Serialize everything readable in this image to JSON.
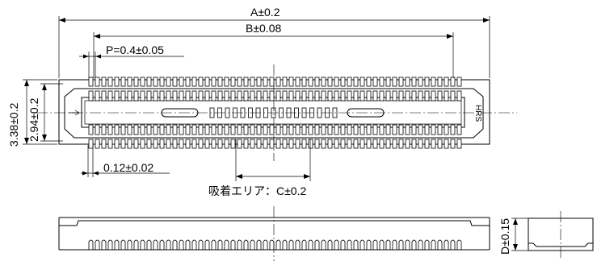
{
  "labels": {
    "dim_a": "A±0.2",
    "dim_b": "B±0.08",
    "dim_pitch": "P=0.4±0.05",
    "dim_height_outer": "3.38±0.2",
    "dim_height_inner": "2.94±0.2",
    "dim_pad_width": "0.12±0.02",
    "dim_pickup": "吸着エリア：C±0.2",
    "dim_side_height": "D±0.15",
    "brand_mark": "HRS"
  },
  "drawing": {
    "views": [
      "top-view",
      "front-view",
      "side-view"
    ],
    "top_pin_rows": 2,
    "colors": {
      "line": "#000000",
      "background": "#ffffff"
    }
  }
}
